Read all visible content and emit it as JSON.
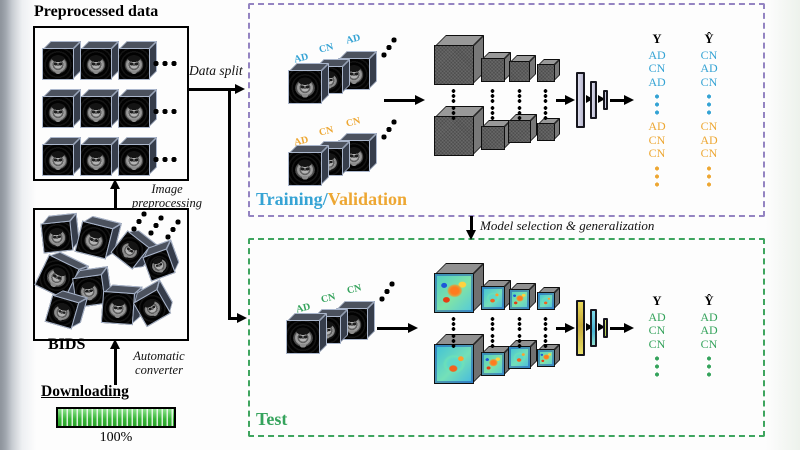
{
  "left_panel": {
    "preprocessed_title": "Preprocessed data",
    "bids_label": "BIDS",
    "downloading_title": "Downloading",
    "progress_percent": "100%",
    "image_preprocessing_label": "Image preprocessing",
    "automatic_converter_label": "Automatic converter",
    "data_split_label": "Data split"
  },
  "training": {
    "title_part1": "Training",
    "title_slash": "/",
    "title_part2": "Validation",
    "input_row1_labels": [
      "AD",
      "CN",
      "AD"
    ],
    "input_row2_labels": [
      "AD",
      "CN",
      "CN"
    ],
    "y_header": "Y",
    "yhat_header": "Ŷ",
    "y_actual_blue": [
      "AD",
      "CN",
      "AD"
    ],
    "yhat_pred_blue": [
      "CN",
      "AD",
      "CN"
    ],
    "y_actual_yellow": [
      "AD",
      "CN",
      "CN"
    ],
    "yhat_pred_yellow": [
      "CN",
      "AD",
      "CN"
    ]
  },
  "transition": {
    "model_selection_label": "Model selection & generalization"
  },
  "test": {
    "title": "Test",
    "input_row_labels": [
      "AD",
      "CN",
      "CN"
    ],
    "y_header": "Y",
    "yhat_header": "Ŷ",
    "y_actual": [
      "AD",
      "CN",
      "CN"
    ],
    "yhat_pred": [
      "AD",
      "AD",
      "CN"
    ]
  },
  "colors": {
    "training_blue": "#35a3d4",
    "validation_yellow": "#eda733",
    "test_green": "#35a35c",
    "purple_border": "#9484c2",
    "green_border": "#3fa55f",
    "progress_green": "#35b435"
  }
}
